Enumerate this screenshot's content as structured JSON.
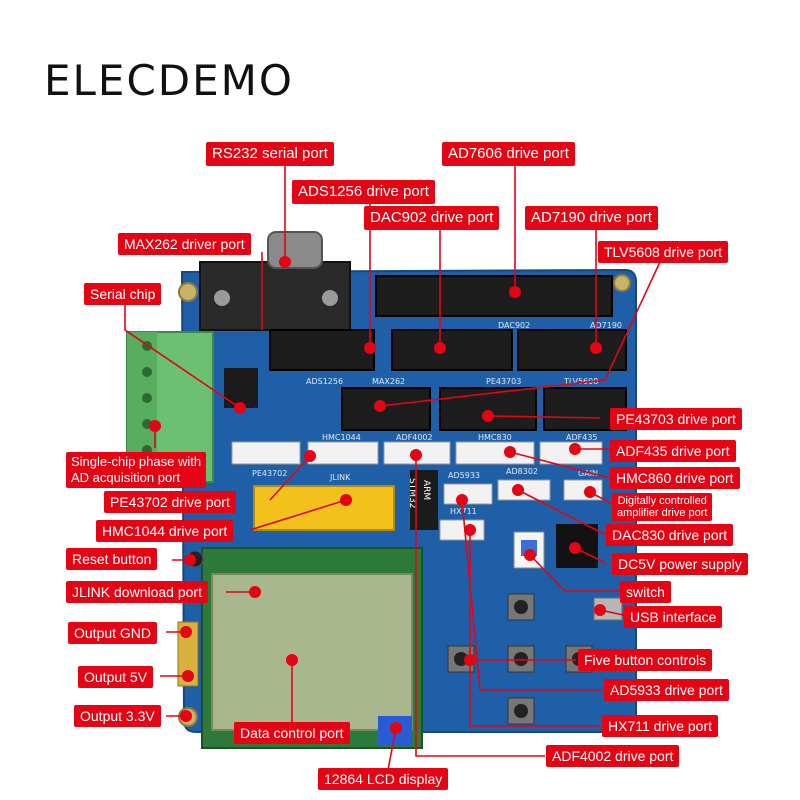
{
  "brand": "ELECDEMO",
  "colors": {
    "label_bg": "#e40414",
    "label_text": "#ffffff",
    "leader": "#e40414",
    "pcb": "#1f5fa8",
    "lcd": "#a8b78e"
  },
  "silkscreen": {
    "ads1256": "ADS1256",
    "max262": "MAX262",
    "dac902": "DAC902",
    "ad7190": "AD7190",
    "tlv5608": "TLV5608",
    "pe43703": "PE43703",
    "hmc1044": "HMC1044",
    "adf4002": "ADF4002",
    "hmc830": "HMC830",
    "adf4351": "ADF435",
    "pe43702": "PE43702",
    "jlink": "JLINK",
    "ad5933": "AD5933",
    "ad8302": "AD8302",
    "gain": "GAIN",
    "hx711": "HX711",
    "arm": "ARM",
    "stm32": "STM32"
  },
  "labels": {
    "rs232": "RS232 serial port",
    "ad7606": "AD7606 drive port",
    "ads1256": "ADS1256 drive port",
    "dac902": "DAC902 drive port",
    "ad7190": "AD7190 drive port",
    "max262": "MAX262 driver port",
    "tlv5608": "TLV5608 drive port",
    "serial_chip": "Serial chip",
    "pe43703": "PE43703 drive port",
    "adf435": "ADF435 drive port",
    "singlechip_line1": "Single-chip phase with",
    "singlechip_line2": "AD acquisition port",
    "hmc860": "HMC860 drive port",
    "pe43702": "PE43702 drive port",
    "dca_line1": "Digitally controlled",
    "dca_line2": "amplifier drive port",
    "hmc1044": "HMC1044 drive port",
    "dac830": "DAC830 drive port",
    "reset": "Reset button",
    "dc5v": "DC5V power supply",
    "switch": "switch",
    "jlink": "JLINK download port",
    "usb": "USB interface",
    "out_gnd": "Output GND",
    "five_button": "Five button controls",
    "out5v": "Output 5V",
    "ad5933": "AD5933 drive port",
    "out33": "Output 3.3V",
    "hx711": "HX711 drive port",
    "data_ctrl": "Data control port",
    "adf4002": "ADF4002 drive port",
    "lcd": "12864 LCD display"
  }
}
